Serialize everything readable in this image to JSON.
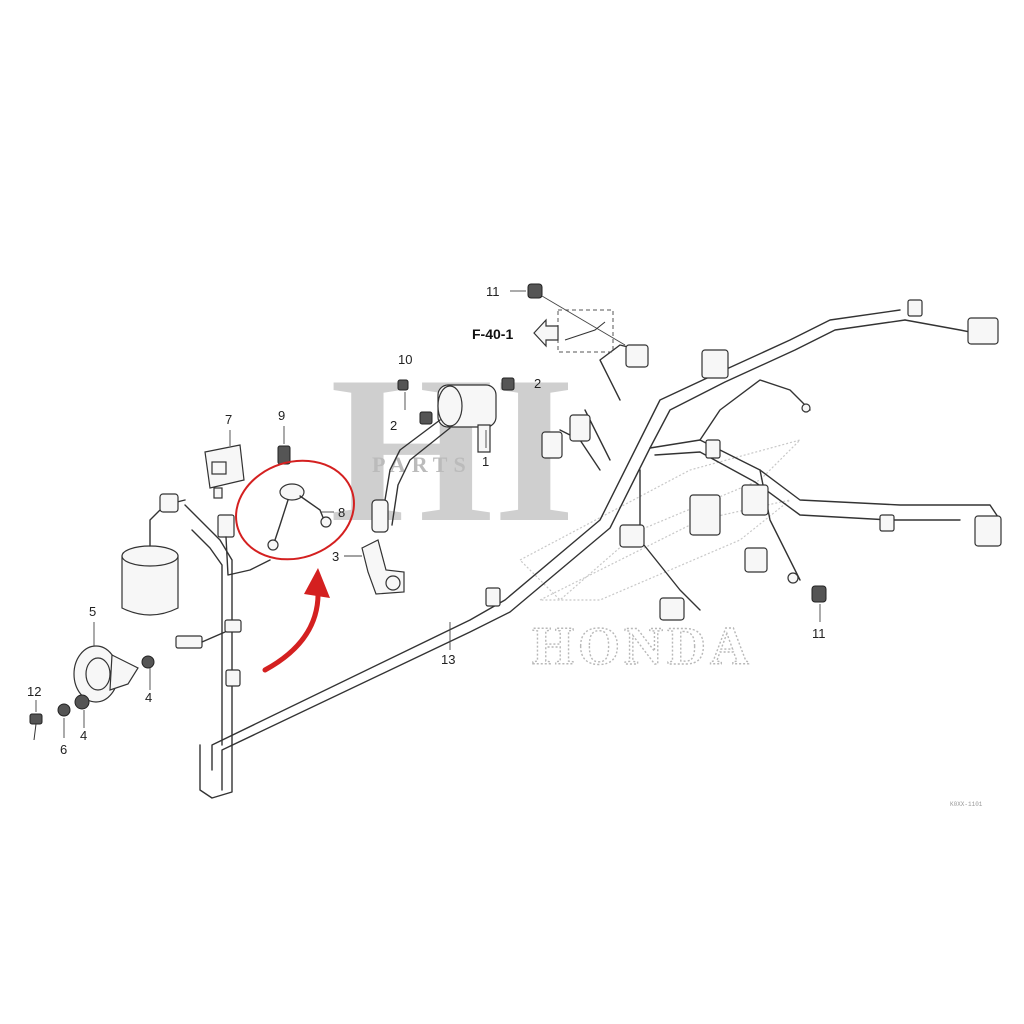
{
  "callouts": [
    {
      "id": "c1",
      "text": "11"
    },
    {
      "id": "c2",
      "text": "F-40-1"
    },
    {
      "id": "c3",
      "text": "10"
    },
    {
      "id": "c4",
      "text": "2"
    },
    {
      "id": "c5",
      "text": "2"
    },
    {
      "id": "c6",
      "text": "1"
    },
    {
      "id": "c7",
      "text": "7"
    },
    {
      "id": "c8",
      "text": "9"
    },
    {
      "id": "c9",
      "text": "8"
    },
    {
      "id": "c10",
      "text": "3"
    },
    {
      "id": "c11",
      "text": "5"
    },
    {
      "id": "c12",
      "text": "4"
    },
    {
      "id": "c13",
      "text": "12"
    },
    {
      "id": "c14",
      "text": "6"
    },
    {
      "id": "c15",
      "text": "4"
    },
    {
      "id": "c16",
      "text": "13"
    },
    {
      "id": "c17",
      "text": "11"
    }
  ],
  "watermark": {
    "letters": "HI",
    "word": "PARTS"
  },
  "brand": "HONDA",
  "footer_code": "K0XX-1101",
  "highlight": {
    "color": "#d42020",
    "target_part": "8"
  }
}
